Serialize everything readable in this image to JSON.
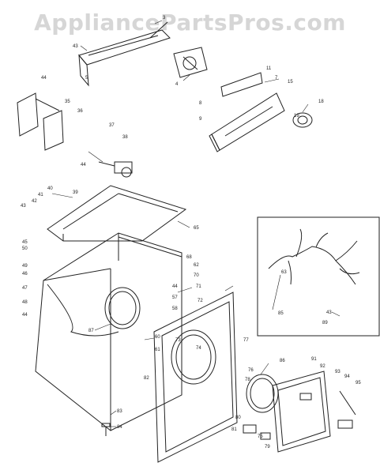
{
  "watermark": "AppliancePartsPros.com",
  "callouts": [
    {
      "id": "c3",
      "text": "3"
    },
    {
      "id": "c43a",
      "text": "43"
    },
    {
      "id": "c4",
      "text": "4"
    },
    {
      "id": "c5",
      "text": "5"
    },
    {
      "id": "c44a",
      "text": "44"
    },
    {
      "id": "c35",
      "text": "35"
    },
    {
      "id": "c36",
      "text": "36"
    },
    {
      "id": "c37",
      "text": "37"
    },
    {
      "id": "c38",
      "text": "38"
    },
    {
      "id": "c44b",
      "text": "44"
    },
    {
      "id": "c11",
      "text": "11"
    },
    {
      "id": "c7",
      "text": "7"
    },
    {
      "id": "c15",
      "text": "15"
    },
    {
      "id": "c8",
      "text": "8"
    },
    {
      "id": "c9",
      "text": "9"
    },
    {
      "id": "c18",
      "text": "18"
    },
    {
      "id": "c19",
      "text": "19"
    },
    {
      "id": "c40",
      "text": "40"
    },
    {
      "id": "c39",
      "text": "39"
    },
    {
      "id": "c41",
      "text": "41"
    },
    {
      "id": "c42",
      "text": "42"
    },
    {
      "id": "c43b",
      "text": "43"
    },
    {
      "id": "c45",
      "text": "45"
    },
    {
      "id": "c65",
      "text": "65"
    },
    {
      "id": "c50",
      "text": "50"
    },
    {
      "id": "c46",
      "text": "46"
    },
    {
      "id": "c47",
      "text": "47"
    },
    {
      "id": "c48",
      "text": "48"
    },
    {
      "id": "c44c",
      "text": "44"
    },
    {
      "id": "c49",
      "text": "49"
    },
    {
      "id": "c68",
      "text": "68"
    },
    {
      "id": "c62",
      "text": "62"
    },
    {
      "id": "c70",
      "text": "70"
    },
    {
      "id": "c71",
      "text": "71"
    },
    {
      "id": "c44d",
      "text": "44"
    },
    {
      "id": "c72",
      "text": "72"
    },
    {
      "id": "c57",
      "text": "57"
    },
    {
      "id": "c58",
      "text": "58"
    },
    {
      "id": "c87",
      "text": "87"
    },
    {
      "id": "c60",
      "text": "60"
    },
    {
      "id": "c61",
      "text": "61"
    },
    {
      "id": "c82",
      "text": "82"
    },
    {
      "id": "c73",
      "text": "73"
    },
    {
      "id": "c74",
      "text": "74"
    },
    {
      "id": "c77",
      "text": "77"
    },
    {
      "id": "c76",
      "text": "76"
    },
    {
      "id": "c78",
      "text": "78"
    },
    {
      "id": "c86",
      "text": "86"
    },
    {
      "id": "c91",
      "text": "91"
    },
    {
      "id": "c92",
      "text": "92"
    },
    {
      "id": "c93",
      "text": "93"
    },
    {
      "id": "c94",
      "text": "94"
    },
    {
      "id": "c95",
      "text": "95"
    },
    {
      "id": "c83",
      "text": "83"
    },
    {
      "id": "c84",
      "text": "84"
    },
    {
      "id": "c80",
      "text": "80"
    },
    {
      "id": "c81",
      "text": "81"
    },
    {
      "id": "c75",
      "text": "75"
    },
    {
      "id": "c79",
      "text": "79"
    },
    {
      "id": "c63",
      "text": "63"
    },
    {
      "id": "c85",
      "text": "85"
    },
    {
      "id": "c43c",
      "text": "43"
    },
    {
      "id": "c89",
      "text": "89"
    }
  ]
}
